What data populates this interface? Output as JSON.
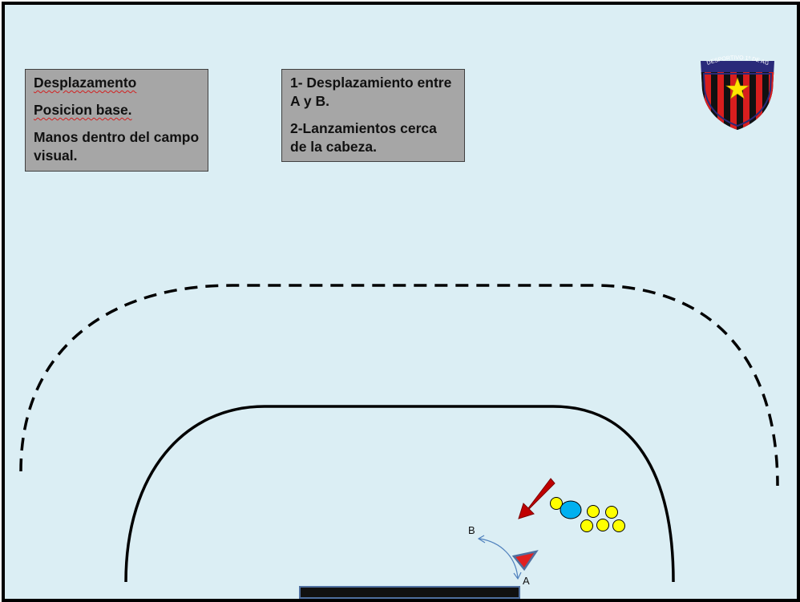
{
  "notes": {
    "left": {
      "line1": "Desplazamento",
      "line2": "Posicion base.",
      "line3": "Manos dentro del campo visual."
    },
    "right": {
      "line1": "1- Desplazamiento entre A y B.",
      "line2": "2-Lanzamientos cerca de la cabeza."
    }
  },
  "markers": {
    "a": "A",
    "b": "B"
  },
  "logo": {
    "text": "CLUB DESPORTIVO 1º DE AGOSTO",
    "stripe_red": "#d81e1e",
    "stripe_black": "#111111",
    "border": "#2a2a7a",
    "star": "#ffe600"
  },
  "colors": {
    "court": "#dbeef4",
    "lines": "#000000",
    "note_bg": "#a6a6a6",
    "arrow": "#c00000",
    "ball": "#ffff00",
    "player": "#00b0f0",
    "goal": "#111111",
    "keeper": "#e02020",
    "path": "#4f81bd"
  },
  "icons": [
    "shield-logo-icon",
    "star-icon",
    "arrow-icon",
    "goalkeeper-icon",
    "curved-arrow-icon"
  ]
}
